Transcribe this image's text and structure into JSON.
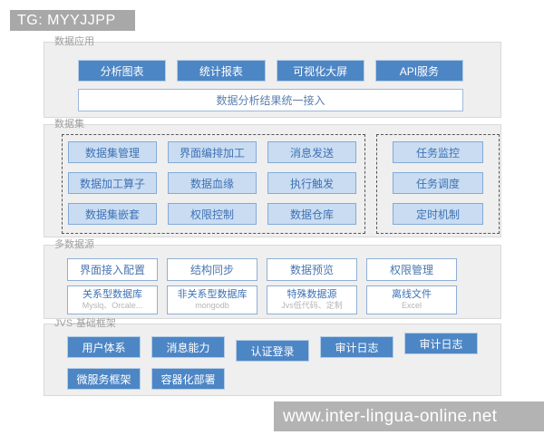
{
  "header": {
    "badge": "TG: MYYJJPP"
  },
  "watermark": {
    "text": "www.inter-lingua-online.net"
  },
  "colors": {
    "button_blue": "#4d86c5",
    "lightblue_fill": "#c9dcf2",
    "lightblue_border": "#84aad8",
    "blue_text": "#3e72b4",
    "section_bg": "#efefef",
    "badge_gray": "#a8a8a8",
    "watermark_gray": "#b3b3b3"
  },
  "sections": {
    "app": {
      "label": "数据应用",
      "buttons": [
        "分析图表",
        "统计报表",
        "可视化大屏",
        "API服务"
      ],
      "banner": "数据分析结果统一接入"
    },
    "dataset": {
      "label": "数据集",
      "left_group": [
        [
          "数据集管理",
          "界面编排加工",
          "消息发送"
        ],
        [
          "数据加工算子",
          "数据血缘",
          "执行触发"
        ],
        [
          "数据集嵌套",
          "权限控制",
          "数据仓库"
        ]
      ],
      "right_group": [
        "任务监控",
        "任务调度",
        "定时机制"
      ]
    },
    "source": {
      "label": "多数据源",
      "row1": [
        "界面接入配置",
        "结构同步",
        "数据预览",
        "权限管理"
      ],
      "row2": [
        {
          "title": "关系型数据库",
          "sub": "Myslq、Orcale..."
        },
        {
          "title": "非关系型数据库",
          "sub": "mongodb"
        },
        {
          "title": "特殊数据源",
          "sub": "Jvs低代码、定制"
        },
        {
          "title": "离线文件",
          "sub": "Excel"
        }
      ]
    },
    "framework": {
      "label": "JVS-基础框架",
      "row1": [
        "用户体系",
        "消息能力",
        "认证登录",
        "审计日志",
        "审计日志"
      ],
      "row2": [
        "微服务框架",
        "容器化部署"
      ]
    }
  }
}
